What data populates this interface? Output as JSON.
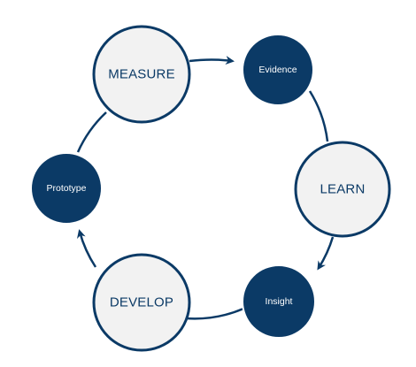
{
  "diagram": {
    "stages": {
      "measure": "MEASURE",
      "evidence": "Evidence",
      "learn": "LEARN",
      "insight": "Insight",
      "develop": "DEVELOP",
      "prototype": "Prototype"
    },
    "colors": {
      "primary": "#0b3a66",
      "node_fill": "#f2f2f2",
      "background": "#ffffff"
    }
  }
}
